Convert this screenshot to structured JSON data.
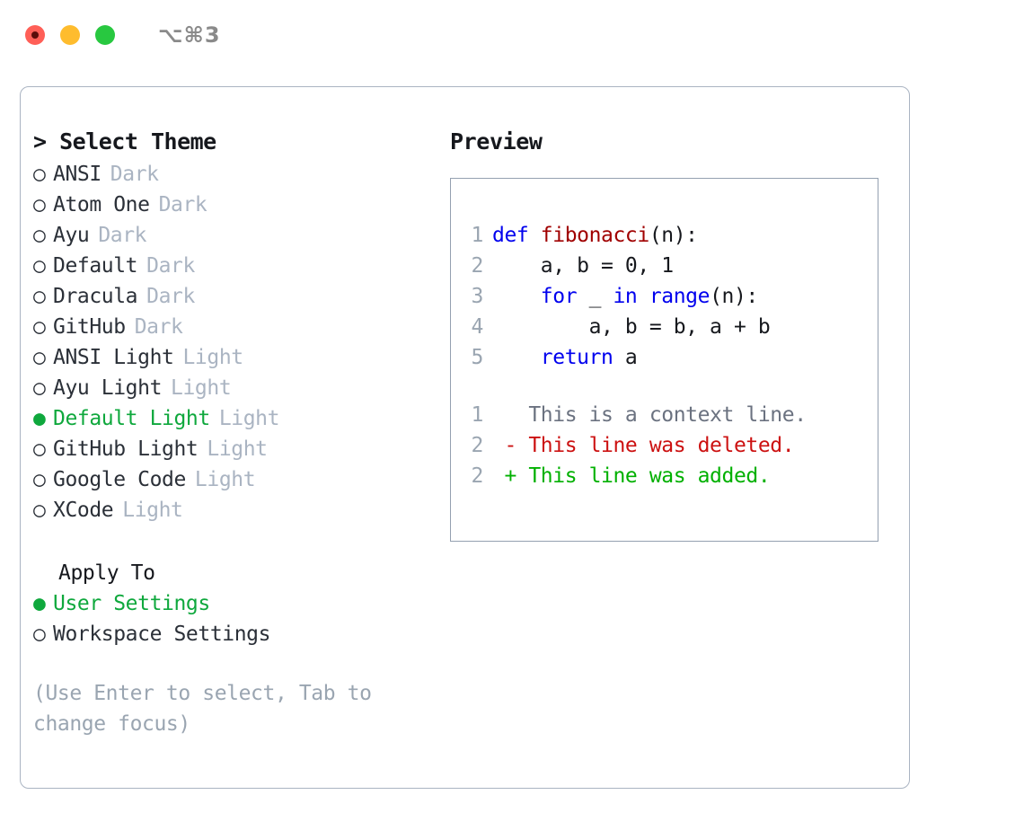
{
  "window": {
    "title": "⌥⌘3",
    "traffic_lights": [
      {
        "name": "close",
        "color": "#ff5f57"
      },
      {
        "name": "minimize",
        "color": "#febc2e"
      },
      {
        "name": "maximize",
        "color": "#28c840"
      }
    ]
  },
  "theme_panel": {
    "header": "> Select Theme",
    "accent_color": "#0fa83d",
    "bullet_selected": "●",
    "bullet_unselected": "○",
    "items": [
      {
        "name": "ANSI",
        "kind": "Dark",
        "selected": false
      },
      {
        "name": "Atom One",
        "kind": "Dark",
        "selected": false
      },
      {
        "name": "Ayu",
        "kind": "Dark",
        "selected": false
      },
      {
        "name": "Default",
        "kind": "Dark",
        "selected": false
      },
      {
        "name": "Dracula",
        "kind": "Dark",
        "selected": false
      },
      {
        "name": "GitHub",
        "kind": "Dark",
        "selected": false
      },
      {
        "name": "ANSI Light",
        "kind": "Light",
        "selected": false
      },
      {
        "name": "Ayu Light",
        "kind": "Light",
        "selected": false
      },
      {
        "name": "Default Light",
        "kind": "Light",
        "selected": true
      },
      {
        "name": "GitHub Light",
        "kind": "Light",
        "selected": false
      },
      {
        "name": "Google Code",
        "kind": "Light",
        "selected": false
      },
      {
        "name": "XCode",
        "kind": "Light",
        "selected": false
      }
    ]
  },
  "apply_to": {
    "header": "Apply To",
    "options": [
      {
        "label": "User Settings",
        "selected": true
      },
      {
        "label": "Workspace Settings",
        "selected": false
      }
    ]
  },
  "hint": "(Use Enter to select, Tab to change focus)",
  "preview": {
    "header": "Preview",
    "code_lines": [
      {
        "number": "1",
        "tokens": [
          {
            "text": "def ",
            "style": "kw"
          },
          {
            "text": "fibonacci",
            "style": "fn"
          },
          {
            "text": "(n):",
            "style": "plain"
          }
        ]
      },
      {
        "number": "2",
        "tokens": [
          {
            "text": "    a, b = 0, 1",
            "style": "plain"
          }
        ]
      },
      {
        "number": "3",
        "tokens": [
          {
            "text": "    ",
            "style": "plain"
          },
          {
            "text": "for",
            "style": "kw"
          },
          {
            "text": " _ ",
            "style": "plain"
          },
          {
            "text": "in",
            "style": "kw"
          },
          {
            "text": " ",
            "style": "plain"
          },
          {
            "text": "range",
            "style": "kw"
          },
          {
            "text": "(n):",
            "style": "plain"
          }
        ]
      },
      {
        "number": "4",
        "tokens": [
          {
            "text": "        a, b = b, a + b",
            "style": "plain"
          }
        ]
      },
      {
        "number": "5",
        "tokens": [
          {
            "text": "    ",
            "style": "plain"
          },
          {
            "text": "return",
            "style": "kw"
          },
          {
            "text": " a",
            "style": "plain"
          }
        ]
      }
    ],
    "diff_lines": [
      {
        "number": "1",
        "marker": " ",
        "text": " This is a context line.",
        "kind": "context"
      },
      {
        "number": "2",
        "marker": "-",
        "text": " This line was deleted.",
        "kind": "del"
      },
      {
        "number": "2",
        "marker": "+",
        "text": " This line was added.",
        "kind": "add"
      }
    ]
  }
}
